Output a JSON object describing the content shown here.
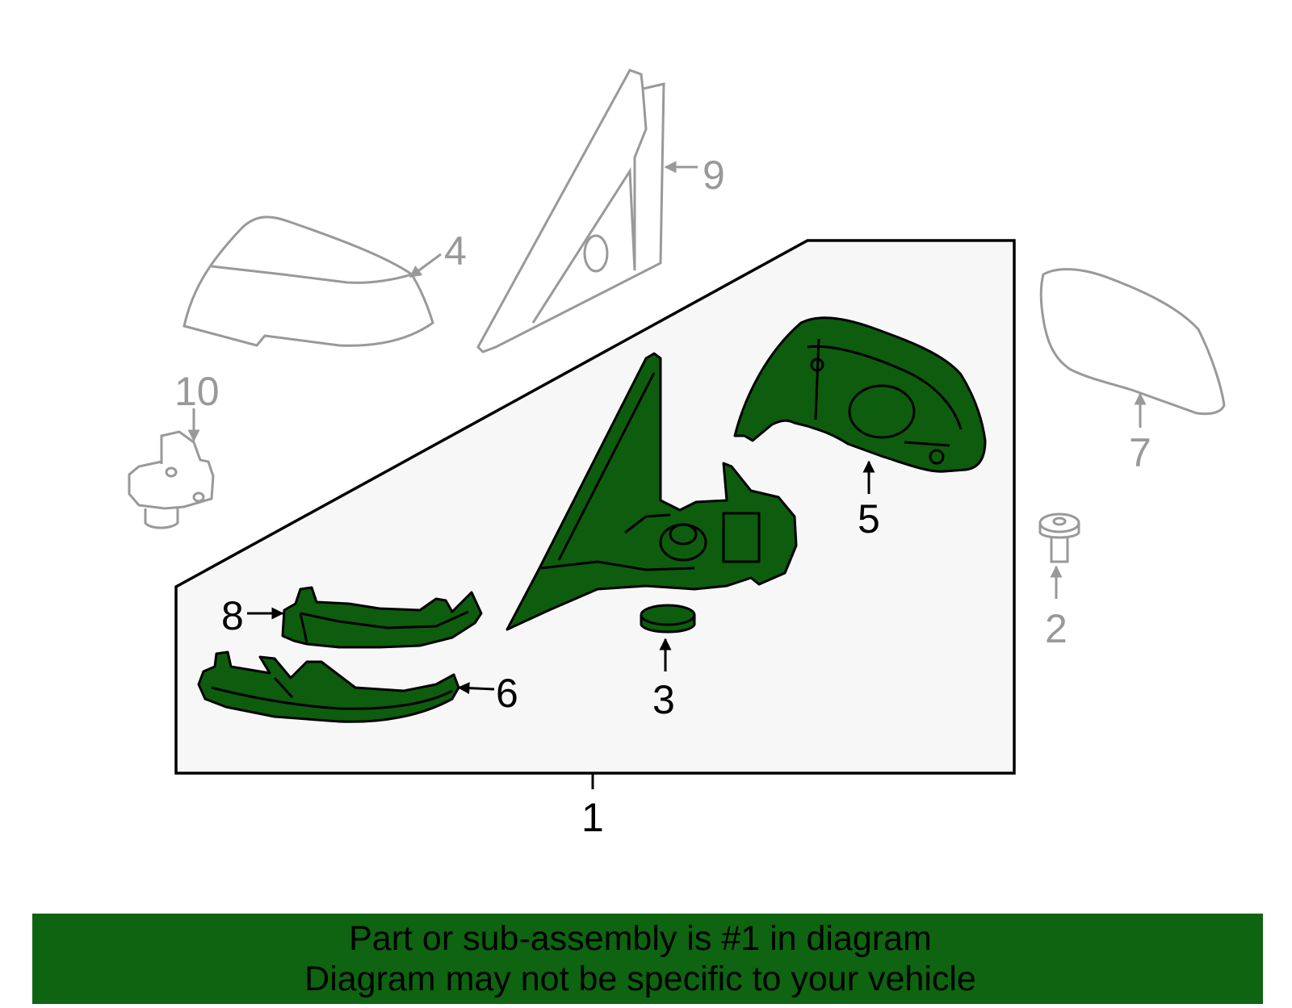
{
  "colors": {
    "highlight": "#0e5c0e",
    "banner_bg": "#0e6410",
    "panel_bg": "#f7f7f7",
    "ghost_stroke": "#999999",
    "text": "#000000"
  },
  "callouts": {
    "c1": "1",
    "c2": "2",
    "c3": "3",
    "c4": "4",
    "c5": "5",
    "c6": "6",
    "c7": "7",
    "c8": "8",
    "c9": "9",
    "c10": "10"
  },
  "banner": {
    "line1": "Part or sub-assembly is #1 in diagram",
    "line2": "Diagram may not be specific to your vehicle"
  }
}
